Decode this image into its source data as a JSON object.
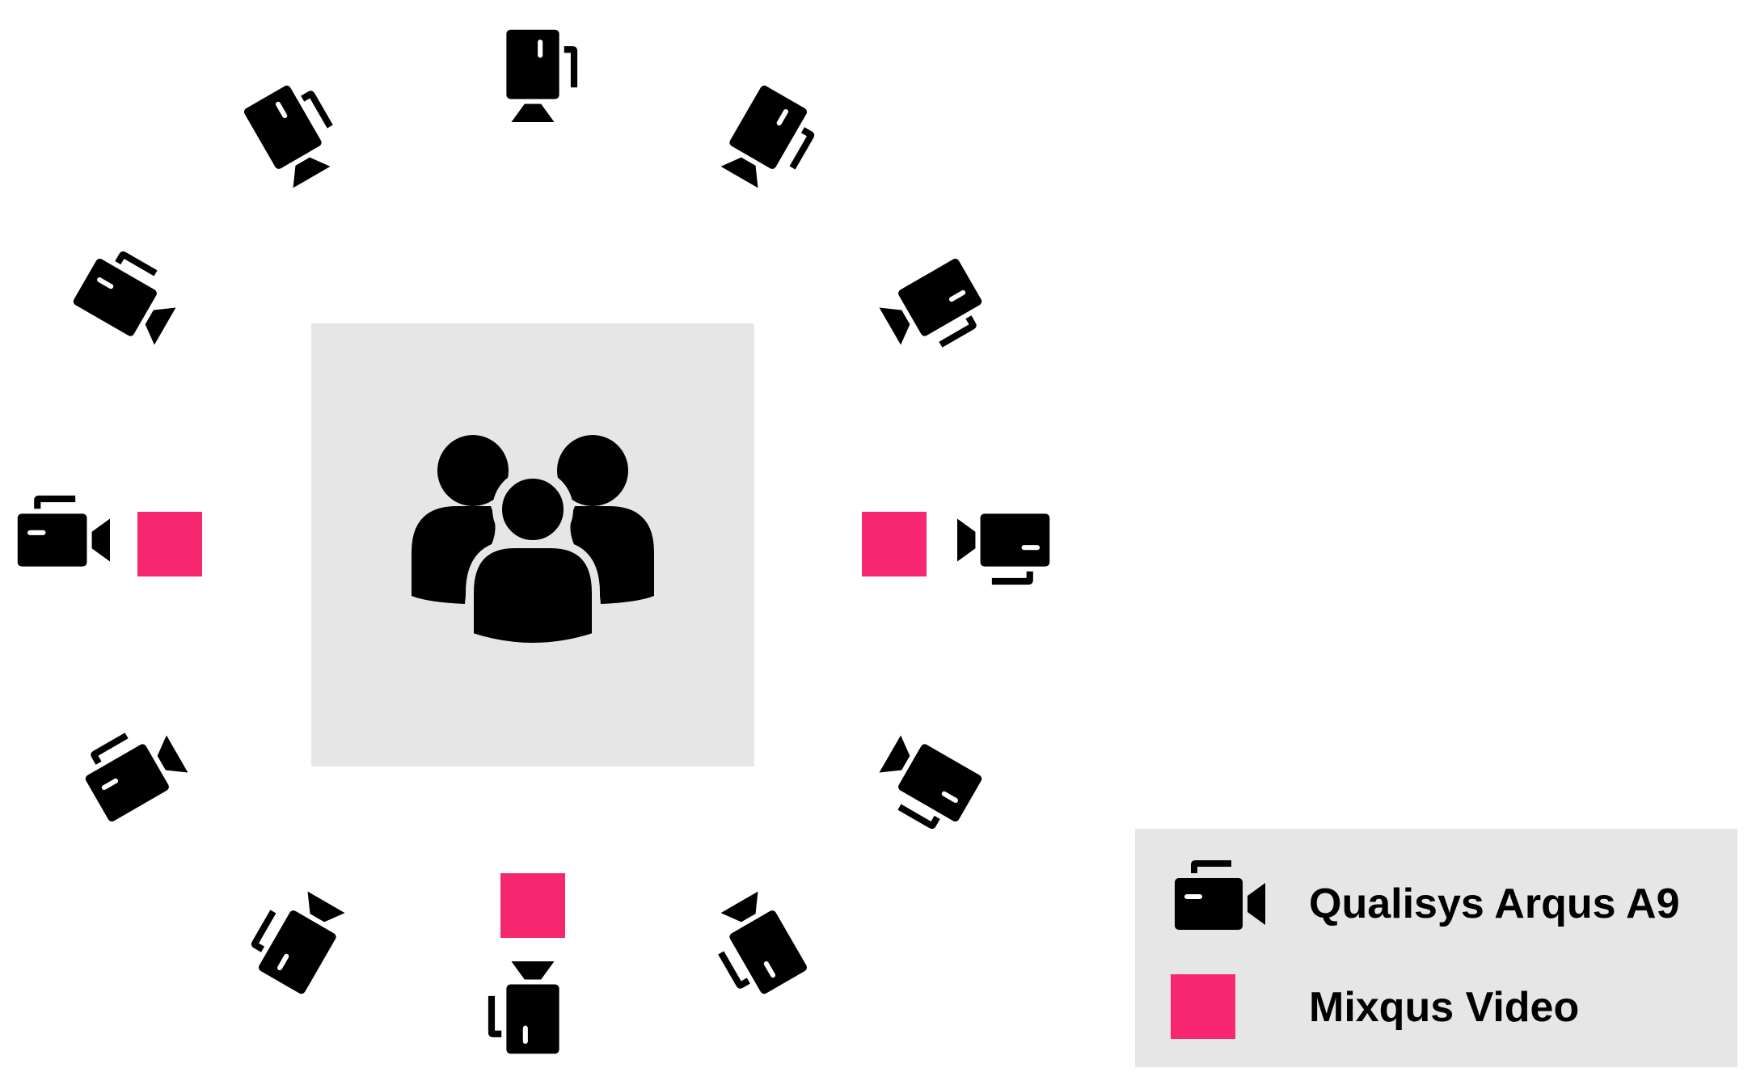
{
  "colors": {
    "background": "#ffffff",
    "capture_area": "#e6e6e6",
    "legend_background": "#e6e6e6",
    "camera_icon": "#000000",
    "mixqus_marker": "#f7276f",
    "participants_icon": "#000000"
  },
  "icons": {
    "camera": "video-camera-icon",
    "participants": "group-of-people-icon"
  },
  "cameras": {
    "arqus_count": 12,
    "mixqus_count": 3
  },
  "legend": {
    "arqus_label": "Qualisys Arqus A9",
    "mixqus_label": "Mixqus Video"
  }
}
